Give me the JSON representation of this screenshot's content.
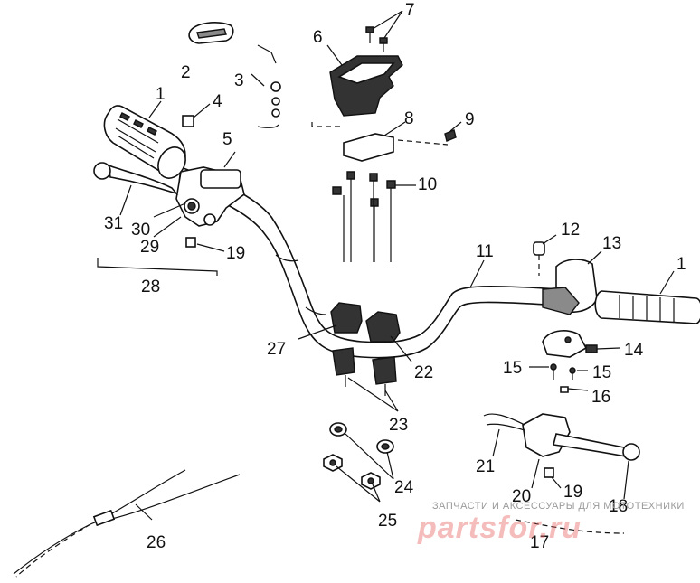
{
  "labels": {
    "p1_left": "1",
    "p1_right": "1",
    "p2": "2",
    "p3": "3",
    "p4": "4",
    "p5": "5",
    "p6": "6",
    "p7": "7",
    "p8": "8",
    "p9": "9",
    "p10": "10",
    "p11": "11",
    "p12": "12",
    "p13": "13",
    "p14": "14",
    "p15_left": "15",
    "p15_right": "15",
    "p16": "16",
    "p17": "17",
    "p18": "18",
    "p19_left": "19",
    "p19_right": "19",
    "p20": "20",
    "p21": "21",
    "p22": "22",
    "p23": "23",
    "p24": "24",
    "p25": "25",
    "p26": "26",
    "p27": "27",
    "p28": "28",
    "p29": "29",
    "p30": "30",
    "p31": "31"
  },
  "watermark": {
    "caption": "ЗАПЧАСТИ И АКСЕССУАРЫ ДЛЯ МОТОТЕХНИКИ",
    "brand": "partsfor.ru"
  },
  "colors": {
    "ink": "#111111",
    "watermark_red": "#e86a6a",
    "background": "#ffffff"
  }
}
